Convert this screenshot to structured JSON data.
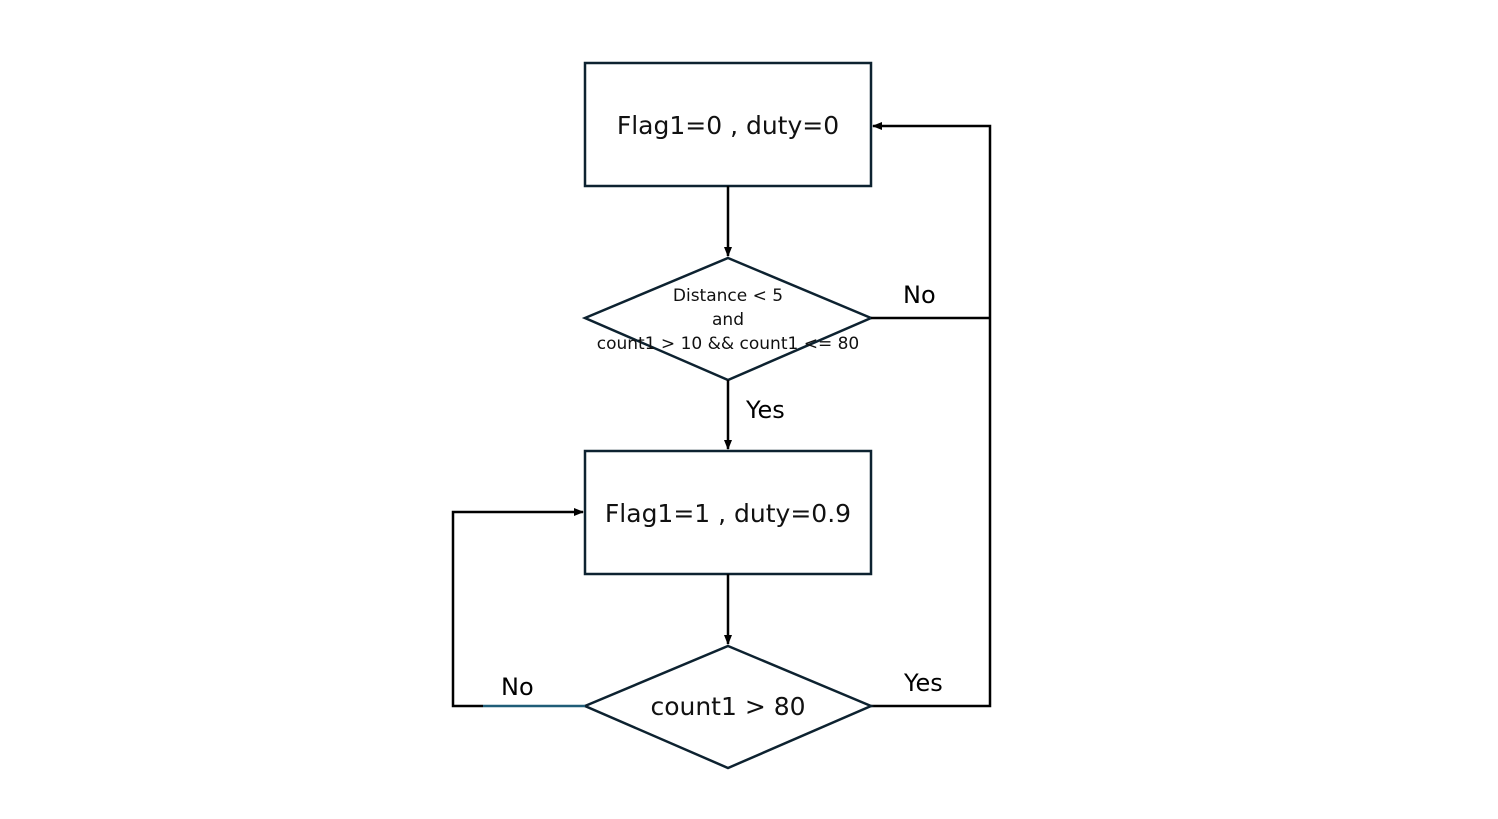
{
  "nodes": {
    "box1": {
      "text": "Flag1=0 , duty=0"
    },
    "decision1": {
      "lines": [
        "Distance < 5",
        "and",
        "count1 > 10 && count1 <= 80"
      ]
    },
    "box2": {
      "text": "Flag1=1 , duty=0.9"
    },
    "decision2": {
      "text": "count1 > 80"
    }
  },
  "edge_labels": {
    "d1_no": "No",
    "d1_yes": "Yes",
    "d2_no": "No",
    "d2_yes": "Yes"
  },
  "colors": {
    "shape_stroke": "#0d2230",
    "line": "#000000",
    "no_line_accent": "#1f5d78"
  }
}
